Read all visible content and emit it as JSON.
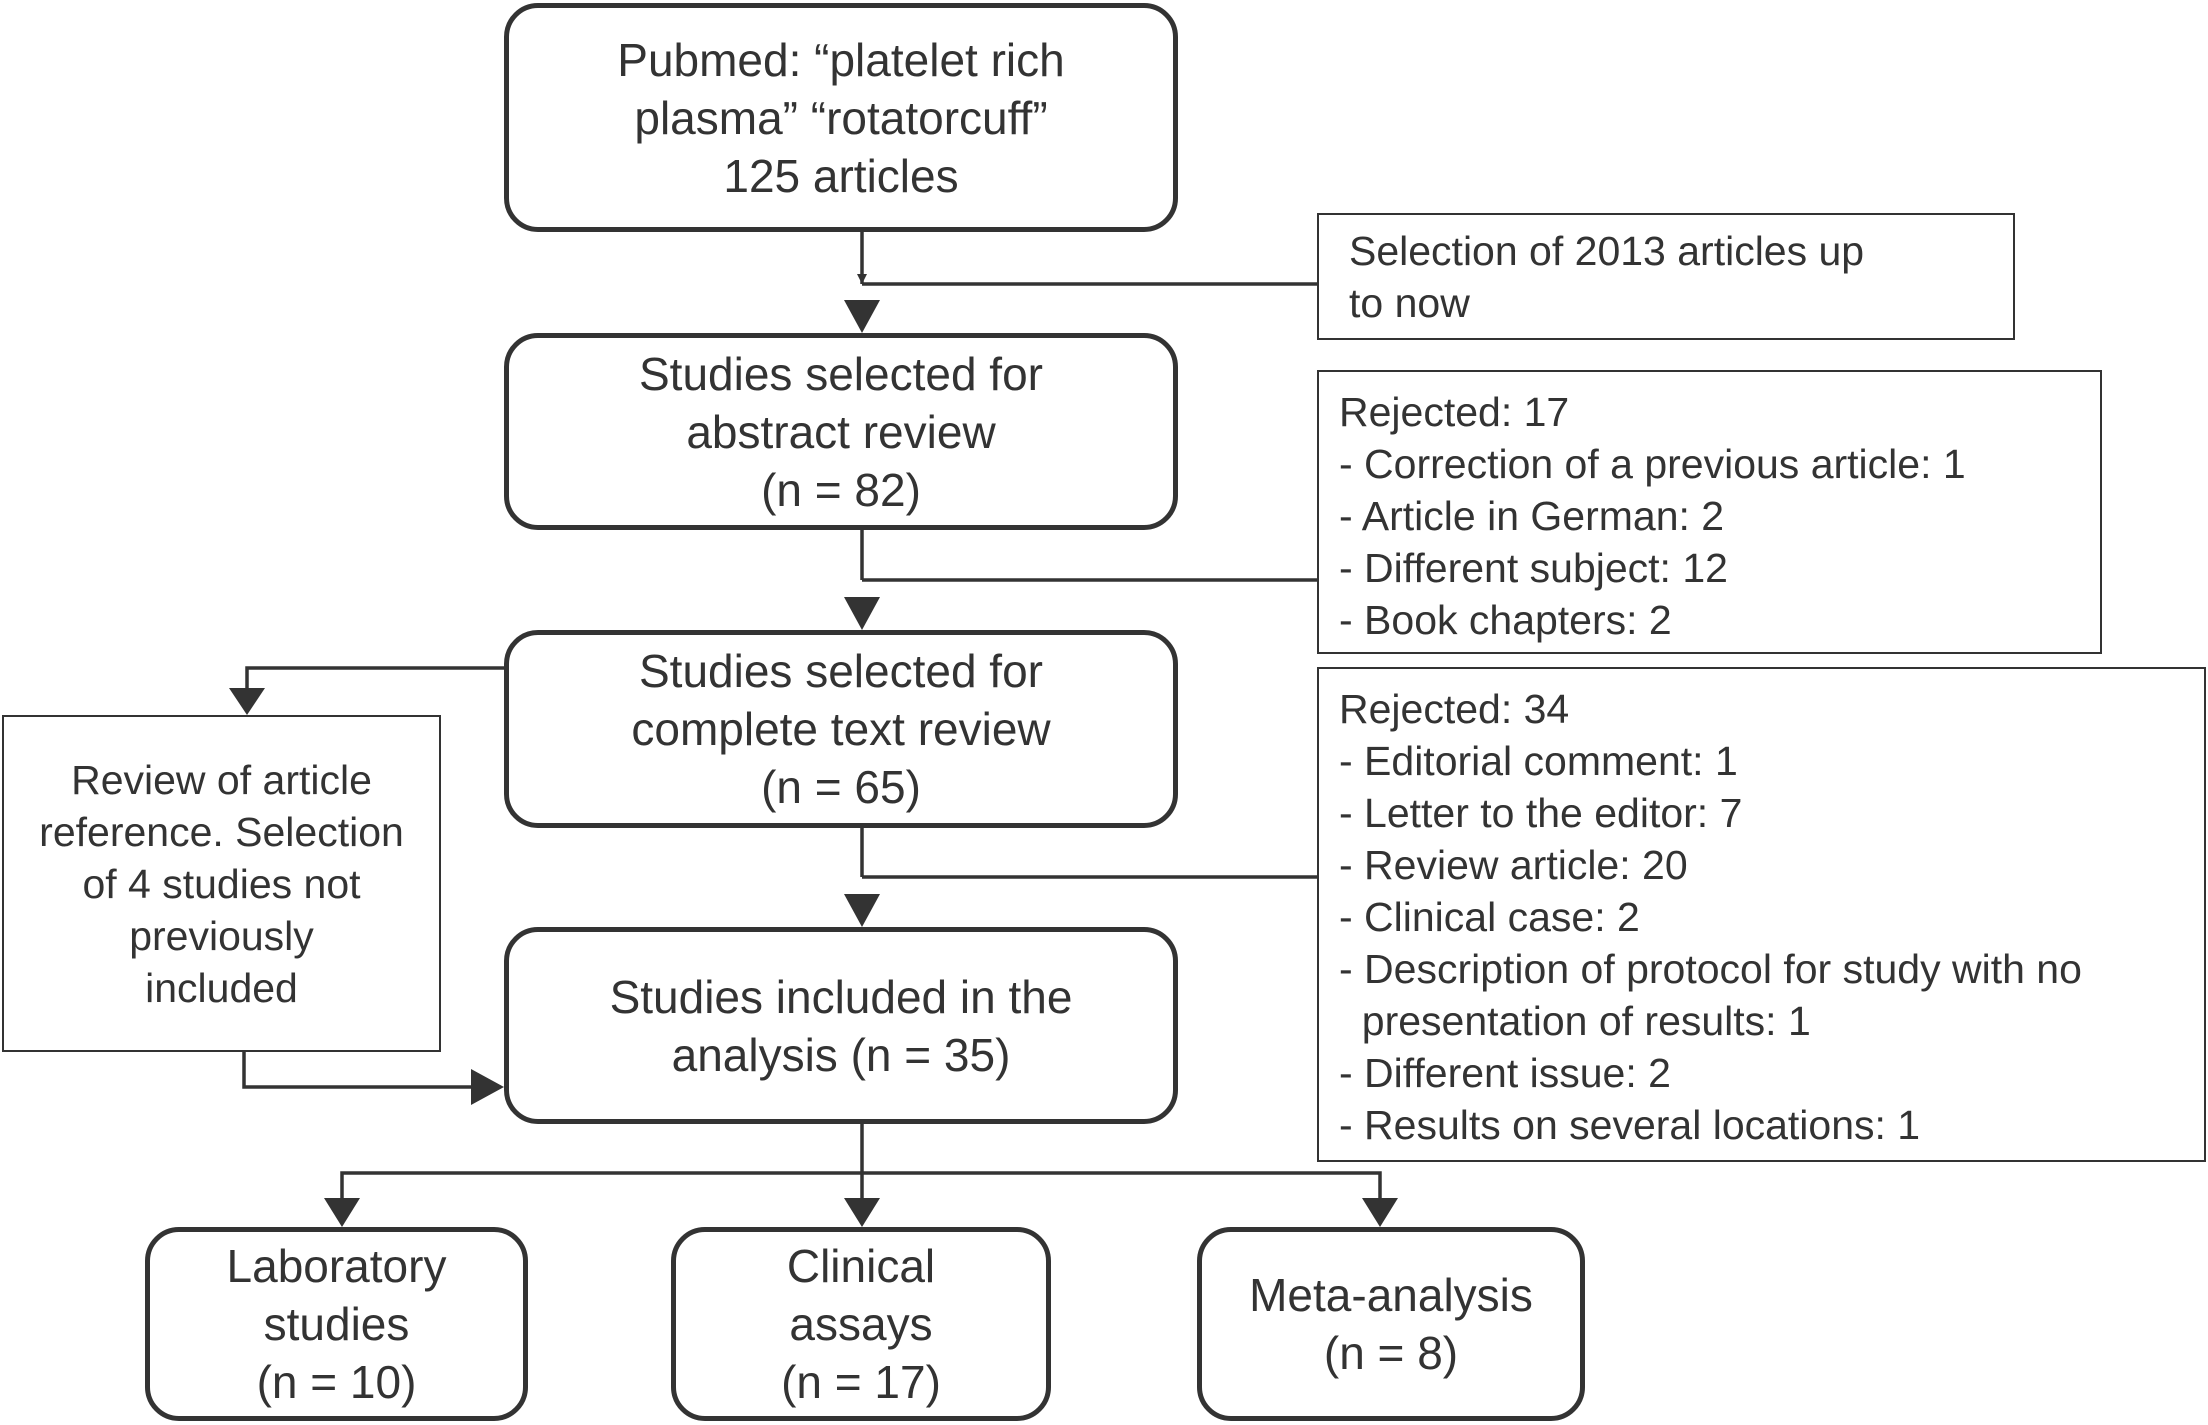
{
  "flowchart": {
    "search": {
      "lines": [
        "Pubmed: “platelet  rich",
        "plasma” “rotatorcuff”",
        "125 articles"
      ]
    },
    "date_filter": {
      "lines": [
        "Selection of 2013 articles up",
        "to now"
      ]
    },
    "abstract_review": {
      "lines": [
        "Studies selected for",
        "abstract review",
        "(n = 82)"
      ]
    },
    "rejected_abstract": {
      "lines": [
        "Rejected: 17",
        "- Correction of a previous article: 1",
        "- Article in German: 2",
        "- Different subject: 12",
        "- Book chapters: 2"
      ]
    },
    "full_text_review": {
      "lines": [
        "Studies selected for",
        "complete text review",
        "(n = 65)"
      ]
    },
    "reference_review": {
      "lines": [
        "Review of article",
        "reference. Selection",
        "of 4 studies not",
        "previously",
        "included"
      ]
    },
    "rejected_full_text": {
      "lines": [
        "Rejected: 34",
        "- Editorial comment: 1",
        "- Letter to the editor: 7",
        "- Review article: 20",
        "- Clinical case: 2",
        "- Description of protocol for study with no",
        "  presentation of results: 1",
        "- Different issue: 2",
        "- Results on several locations: 1"
      ]
    },
    "included": {
      "lines": [
        "Studies included in the",
        "analysis (n = 35)"
      ]
    },
    "laboratory": {
      "lines": [
        "Laboratory",
        "studies",
        "(n = 10)"
      ]
    },
    "clinical": {
      "lines": [
        "Clinical",
        "assays",
        "(n = 17)"
      ]
    },
    "meta": {
      "lines": [
        "Meta-analysis",
        "(n = 8)"
      ]
    }
  },
  "colors": {
    "stroke": "#333333",
    "text": "#333333",
    "background": "#ffffff"
  }
}
